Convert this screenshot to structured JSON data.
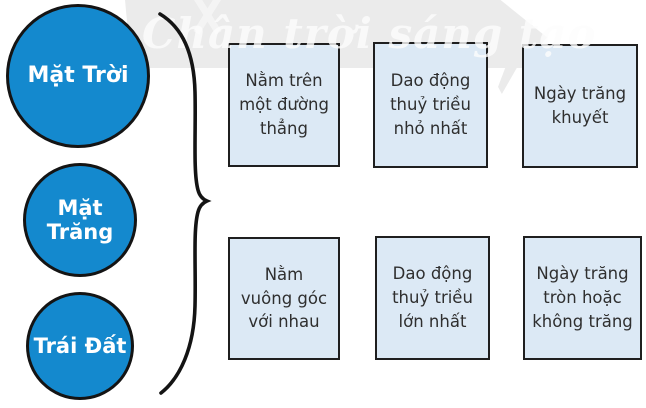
{
  "watermark": {
    "text": "Chân trời sáng tạo"
  },
  "colors": {
    "circle_fill": "#1489ce",
    "circle_text": "#ffffff",
    "outline": "#141414",
    "box_fill": "#dce9f5",
    "box_border": "#1f1f1f",
    "box_text": "#2f2f2f",
    "band": "#ebebeb",
    "watermark_text": "rgba(252,252,252,0.8)"
  },
  "circles": [
    {
      "id": "sun",
      "label": "Mặt Trời"
    },
    {
      "id": "moon",
      "label": "Mặt\nTrăng"
    },
    {
      "id": "earth",
      "label": "Trái Đất"
    }
  ],
  "boxes": [
    {
      "id": "condition-aligned",
      "text": "Nằm trên\nmột đường\nthẳng"
    },
    {
      "id": "tide-smallest",
      "text": "Dao động\nthuỷ triều\nnhỏ nhất"
    },
    {
      "id": "moon-phase-crescent",
      "text": "Ngày trăng\nkhuyết"
    },
    {
      "id": "condition-perpendicular",
      "text": "Nằm\nvuông góc\nvới nhau"
    },
    {
      "id": "tide-largest",
      "text": "Dao động\nthuỷ triều\nlớn nhất"
    },
    {
      "id": "moon-phase-full-or-new",
      "text": "Ngày trăng\ntròn hoặc\nkhông trăng"
    }
  ]
}
